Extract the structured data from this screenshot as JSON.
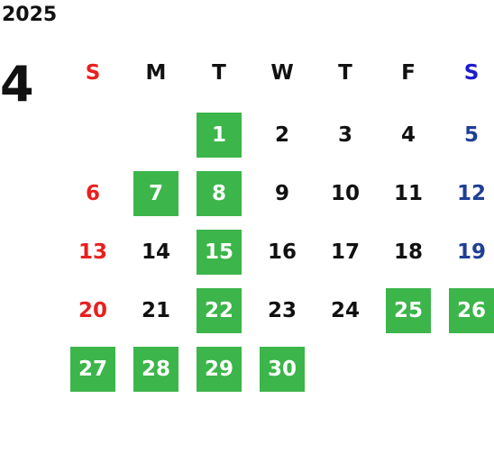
{
  "year": "2025",
  "month": "4",
  "colors": {
    "sunday": "#e8201f",
    "saturday_header": "#1c1ccc",
    "saturday_date": "#1f3f96",
    "weekday": "#111111",
    "highlight_bg": "#3cb54a",
    "highlight_text": "#ffffff"
  },
  "weekdays": [
    {
      "label": "S",
      "kind": "sun"
    },
    {
      "label": "M",
      "kind": "wk"
    },
    {
      "label": "T",
      "kind": "wk"
    },
    {
      "label": "W",
      "kind": "wk"
    },
    {
      "label": "T",
      "kind": "wk"
    },
    {
      "label": "F",
      "kind": "wk"
    },
    {
      "label": "S",
      "kind": "sat"
    }
  ],
  "weeks": [
    [
      null,
      null,
      {
        "day": "1",
        "highlight": true
      },
      {
        "day": "2",
        "highlight": false
      },
      {
        "day": "3",
        "highlight": false
      },
      {
        "day": "4",
        "highlight": false
      },
      {
        "day": "5",
        "highlight": false
      }
    ],
    [
      {
        "day": "6",
        "highlight": false
      },
      {
        "day": "7",
        "highlight": true
      },
      {
        "day": "8",
        "highlight": true
      },
      {
        "day": "9",
        "highlight": false
      },
      {
        "day": "10",
        "highlight": false
      },
      {
        "day": "11",
        "highlight": false
      },
      {
        "day": "12",
        "highlight": false
      }
    ],
    [
      {
        "day": "13",
        "highlight": false
      },
      {
        "day": "14",
        "highlight": false
      },
      {
        "day": "15",
        "highlight": true
      },
      {
        "day": "16",
        "highlight": false
      },
      {
        "day": "17",
        "highlight": false
      },
      {
        "day": "18",
        "highlight": false
      },
      {
        "day": "19",
        "highlight": false
      }
    ],
    [
      {
        "day": "20",
        "highlight": false
      },
      {
        "day": "21",
        "highlight": false
      },
      {
        "day": "22",
        "highlight": true
      },
      {
        "day": "23",
        "highlight": false
      },
      {
        "day": "24",
        "highlight": false
      },
      {
        "day": "25",
        "highlight": true
      },
      {
        "day": "26",
        "highlight": true
      }
    ],
    [
      {
        "day": "27",
        "highlight": true
      },
      {
        "day": "28",
        "highlight": true
      },
      {
        "day": "29",
        "highlight": true
      },
      {
        "day": "30",
        "highlight": true
      },
      null,
      null,
      null
    ]
  ]
}
